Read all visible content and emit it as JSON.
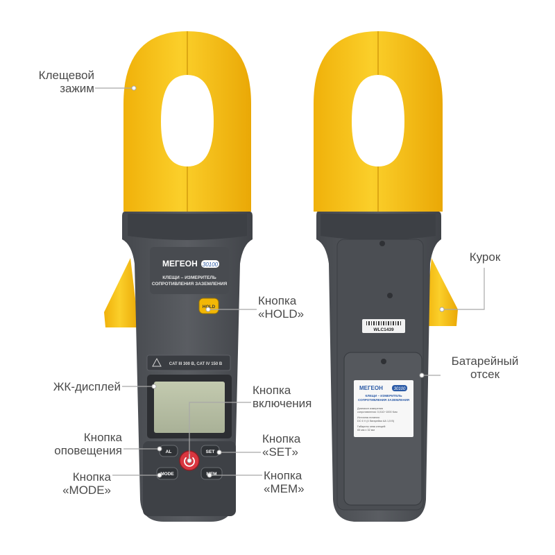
{
  "callouts": {
    "clamp": [
      "Клещевой",
      "зажим"
    ],
    "lcd": "ЖК-дисплей",
    "alert": [
      "Кнопка",
      "оповещения"
    ],
    "mode": [
      "Кнопка",
      "«MODE»"
    ],
    "hold": [
      "Кнопка",
      "«HOLD»"
    ],
    "power": [
      "Кнопка",
      "включения"
    ],
    "set": [
      "Кнопка",
      "«SET»"
    ],
    "mem": [
      "Кнопка",
      "«MEM»"
    ],
    "trigger": "Курок",
    "battery": [
      "Батарейный",
      "отсек"
    ]
  },
  "device_front": {
    "brand": "МЕГЕОН",
    "model": "30100",
    "title_lines": [
      "КЛЕЩИ – ИЗМЕРИТЕЛЬ",
      "СОПРОТИВЛЕНИЯ ЗАЗЕМЛЕНИЯ"
    ],
    "cat_label": "CAT III 300 В, CAT IV 150 В",
    "buttons": {
      "hold": "HOLD",
      "al": "AL",
      "set": "SET",
      "mode": "MODE",
      "mem": "MEM"
    }
  },
  "device_back": {
    "serial_barcode": "WLC1439",
    "sticker_brand": "МЕГЕОН",
    "sticker_model": "30100",
    "sticker_title_lines": [
      "КЛЕЩИ – ИЗМЕРИТЕЛЬ",
      "СОПРОТИВЛЕНИЯ ЗАЗЕМЛЕНИЯ"
    ],
    "sticker_specs": [
      "Диапазон измерения",
      "сопротивления: 0,01Ω~1000 Ком",
      "Источник питания:",
      "DC 6 V (4 батарейки АА 1,5 В)",
      "Габариты зева клещей:",
      "65 мм х 32 мм"
    ]
  },
  "colors": {
    "clamp_yellow": "#f6c118",
    "body_gray": "#54575c",
    "body_dark": "#3d4045",
    "lcd_green": "#b7bfa8",
    "hold_button": "#f2b705",
    "power_button": "#d9363f",
    "callout_text": "#4a4a4a",
    "leader_line": "#a8a8a8"
  }
}
